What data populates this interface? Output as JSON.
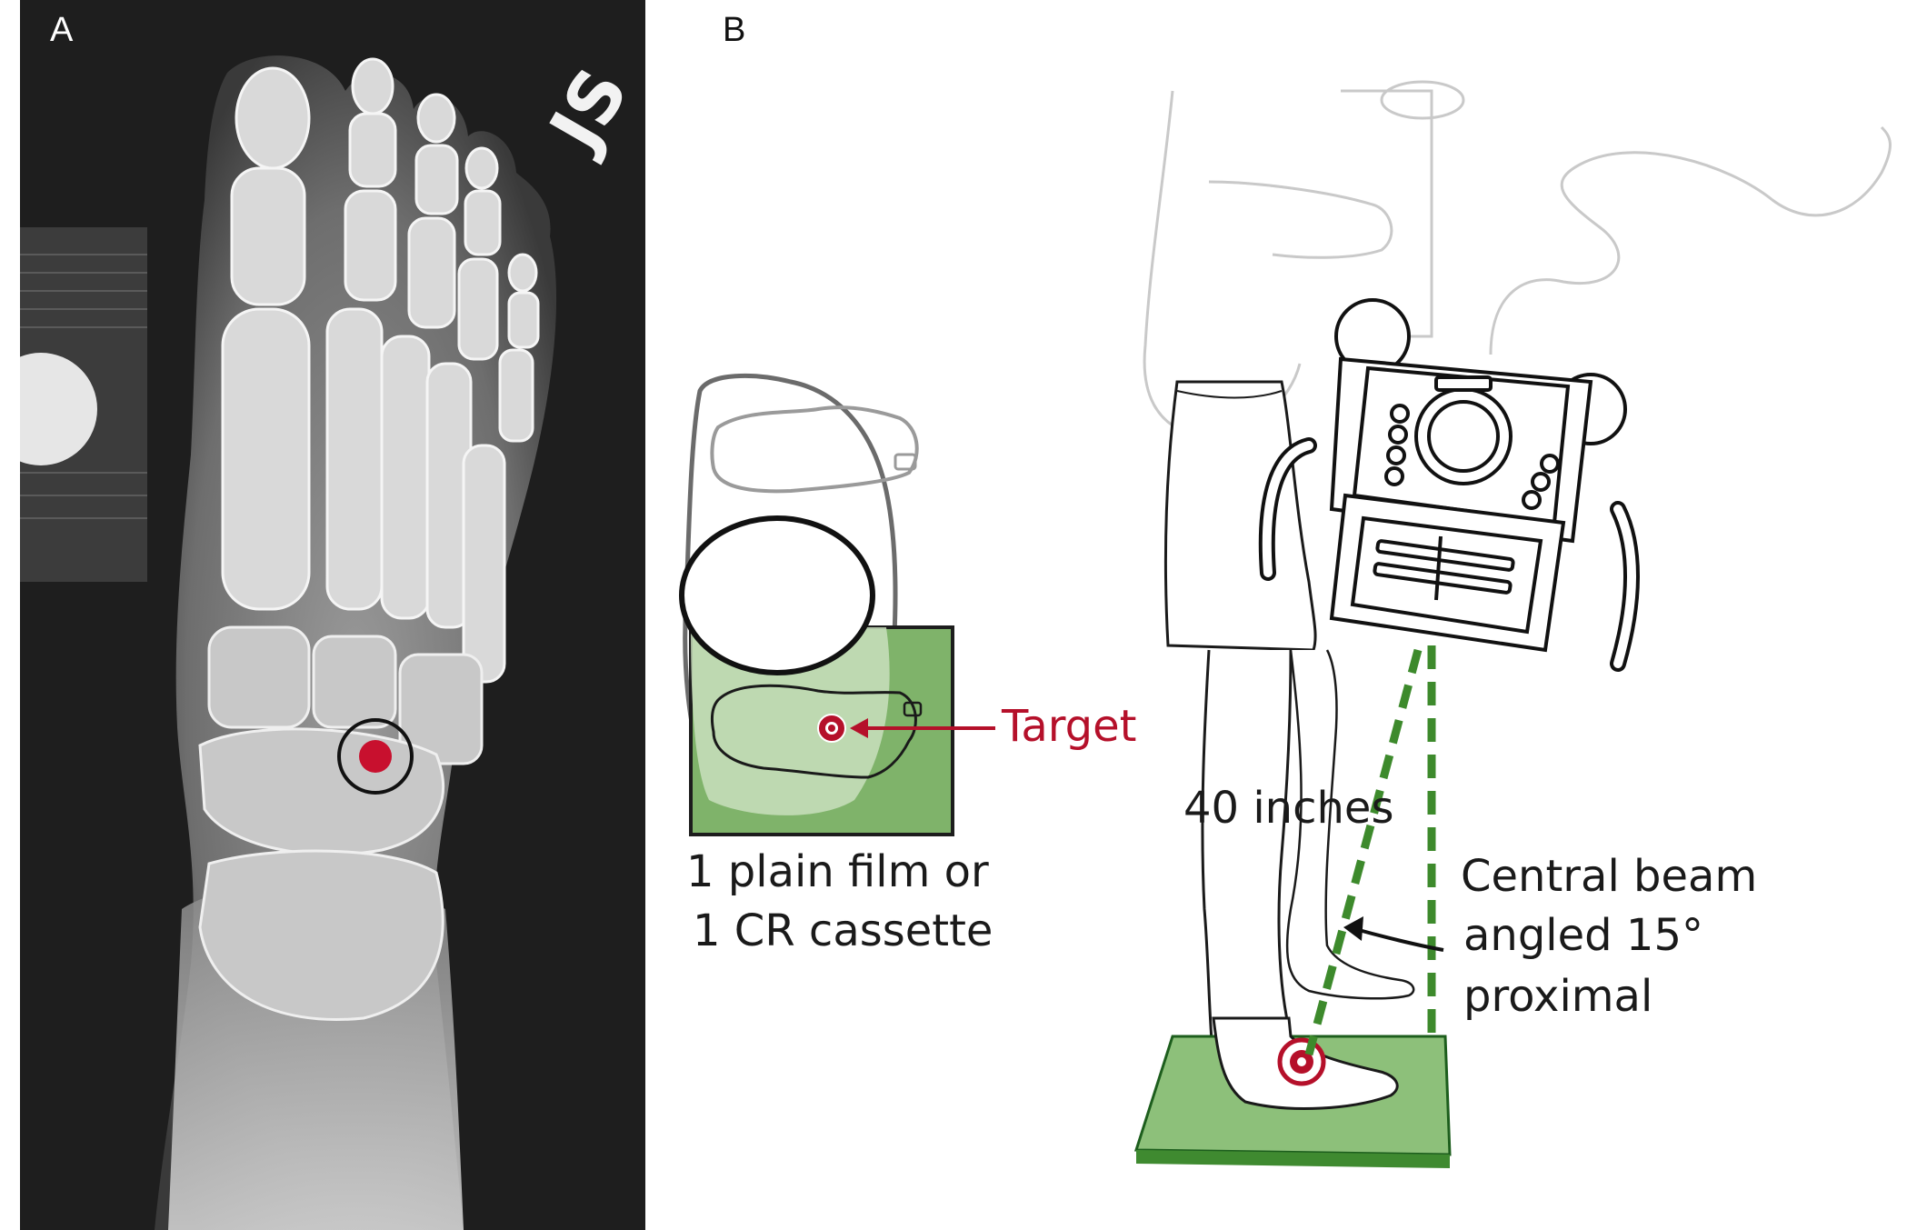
{
  "panels": {
    "a_label": "A",
    "b_label": "B"
  },
  "xray": {
    "marker_text": "JS"
  },
  "diagram": {
    "target_label": "Target",
    "film_line1": "1 plain film or",
    "film_line2": "1 CR cassette",
    "distance_label": "40 inches",
    "beam_line1": "Central beam",
    "beam_line2": "angled 15°",
    "beam_line3": "proximal"
  },
  "colors": {
    "target_red": "#b5102a",
    "film_green": "#7fb36a",
    "film_green_light": "#c9dfbd",
    "beam_green": "#3d8a2c"
  }
}
